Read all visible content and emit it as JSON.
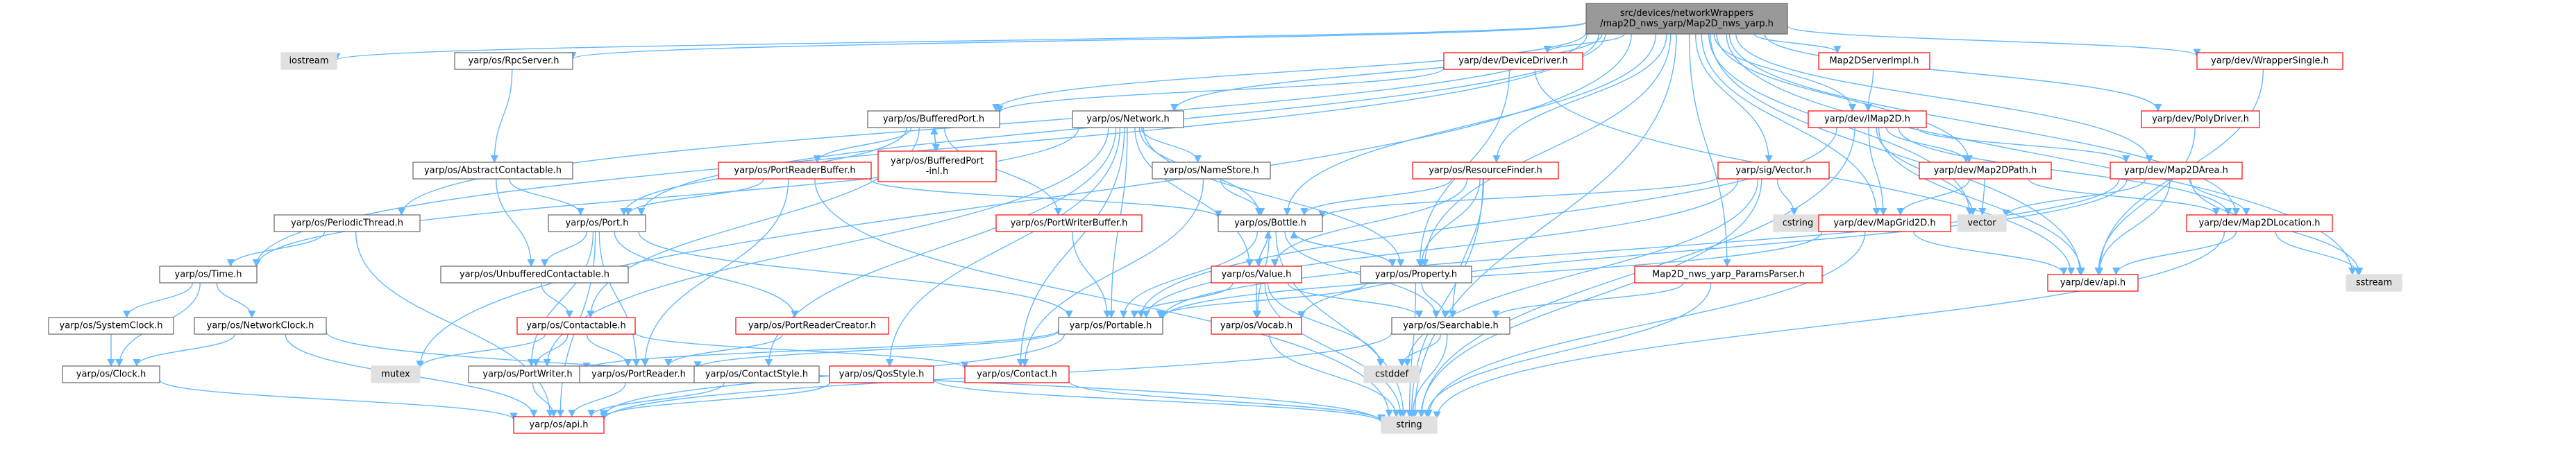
{
  "colors": {
    "edge": "#63B8FF",
    "edge_highlight": "#63B8FF",
    "node_border_default": "#666666",
    "node_border_red": "#ff0000",
    "node_fill_default": "#ffffff",
    "node_fill_grey": "#e0e0e0",
    "node_fill_root": "#999999",
    "text_default": "#000000",
    "text_red": "#000000"
  },
  "nodes": [
    {
      "id": "root",
      "label": "src/devices/networkWrappers\n/map2D_nws_yarp/Map2D_nws_yarp.h",
      "style": "root"
    },
    {
      "id": "iostream",
      "label": "iostream",
      "style": "grey"
    },
    {
      "id": "rpcserver",
      "label": "yarp/os/RpcServer.h",
      "style": "default"
    },
    {
      "id": "devicedriver",
      "label": "yarp/dev/DeviceDriver.h",
      "style": "red"
    },
    {
      "id": "map2dserverimpl",
      "label": "Map2DServerImpl.h",
      "style": "red"
    },
    {
      "id": "wrappersingle",
      "label": "yarp/dev/WrapperSingle.h",
      "style": "red"
    },
    {
      "id": "polydriver",
      "label": "yarp/dev/PolyDriver.h",
      "style": "red"
    },
    {
      "id": "bufferedport",
      "label": "yarp/os/BufferedPort.h",
      "style": "default"
    },
    {
      "id": "network",
      "label": "yarp/os/Network.h",
      "style": "default"
    },
    {
      "id": "bufferedport_inl",
      "label": "yarp/os/BufferedPort\n-inl.h",
      "style": "red"
    },
    {
      "id": "abstractcontactable",
      "label": "yarp/os/AbstractContactable.h",
      "style": "default"
    },
    {
      "id": "portreaderbuffer",
      "label": "yarp/os/PortReaderBuffer.h",
      "style": "red"
    },
    {
      "id": "nameStore",
      "label": "yarp/os/NameStore.h",
      "style": "default"
    },
    {
      "id": "resourcefinder",
      "label": "yarp/os/ResourceFinder.h",
      "style": "red"
    },
    {
      "id": "imap2d",
      "label": "yarp/dev/IMap2D.h",
      "style": "red"
    },
    {
      "id": "sigvector",
      "label": "yarp/sig/Vector.h",
      "style": "red"
    },
    {
      "id": "map2dpath",
      "label": "yarp/dev/Map2DPath.h",
      "style": "red"
    },
    {
      "id": "map2darea",
      "label": "yarp/dev/Map2DArea.h",
      "style": "red"
    },
    {
      "id": "periodicthread",
      "label": "yarp/os/PeriodicThread.h",
      "style": "default"
    },
    {
      "id": "port",
      "label": "yarp/os/Port.h",
      "style": "default"
    },
    {
      "id": "portwriterbuffer",
      "label": "yarp/os/PortWriterBuffer.h",
      "style": "red"
    },
    {
      "id": "bottle",
      "label": "yarp/os/Bottle.h",
      "style": "default"
    },
    {
      "id": "cstring",
      "label": "cstring",
      "style": "grey"
    },
    {
      "id": "vector",
      "label": "vector",
      "style": "grey"
    },
    {
      "id": "mapgrid2d",
      "label": "yarp/dev/MapGrid2D.h",
      "style": "red"
    },
    {
      "id": "map2dlocation",
      "label": "yarp/dev/Map2DLocation.h",
      "style": "red"
    },
    {
      "id": "time",
      "label": "yarp/os/Time.h",
      "style": "default"
    },
    {
      "id": "unbufferedcontactable",
      "label": "yarp/os/UnbufferedContactable.h",
      "style": "default"
    },
    {
      "id": "value",
      "label": "yarp/os/Value.h",
      "style": "red"
    },
    {
      "id": "property",
      "label": "yarp/os/Property.h",
      "style": "default"
    },
    {
      "id": "paramsparser",
      "label": "Map2D_nws_yarp_ParamsParser.h",
      "style": "red"
    },
    {
      "id": "devapi",
      "label": "yarp/dev/api.h",
      "style": "red"
    },
    {
      "id": "sstream",
      "label": "sstream",
      "style": "grey"
    },
    {
      "id": "systemclock",
      "label": "yarp/os/SystemClock.h",
      "style": "default"
    },
    {
      "id": "networkclock",
      "label": "yarp/os/NetworkClock.h",
      "style": "default"
    },
    {
      "id": "contactable",
      "label": "yarp/os/Contactable.h",
      "style": "red"
    },
    {
      "id": "portreadercreator",
      "label": "yarp/os/PortReaderCreator.h",
      "style": "red"
    },
    {
      "id": "portable",
      "label": "yarp/os/Portable.h",
      "style": "default"
    },
    {
      "id": "vocab",
      "label": "yarp/os/Vocab.h",
      "style": "red"
    },
    {
      "id": "searchable",
      "label": "yarp/os/Searchable.h",
      "style": "default"
    },
    {
      "id": "clock",
      "label": "yarp/os/Clock.h",
      "style": "default"
    },
    {
      "id": "mutex",
      "label": "mutex",
      "style": "grey"
    },
    {
      "id": "portwriter",
      "label": "yarp/os/PortWriter.h",
      "style": "default"
    },
    {
      "id": "portreader",
      "label": "yarp/os/PortReader.h",
      "style": "default"
    },
    {
      "id": "contactstyle",
      "label": "yarp/os/ContactStyle.h",
      "style": "default"
    },
    {
      "id": "qosstyle",
      "label": "yarp/os/QosStyle.h",
      "style": "red"
    },
    {
      "id": "contact",
      "label": "yarp/os/Contact.h",
      "style": "red"
    },
    {
      "id": "cstddef",
      "label": "cstddef",
      "style": "grey"
    },
    {
      "id": "osapi",
      "label": "yarp/os/api.h",
      "style": "red"
    },
    {
      "id": "string",
      "label": "string",
      "style": "grey"
    }
  ],
  "edges": [
    [
      "root",
      "iostream"
    ],
    [
      "root",
      "rpcserver"
    ],
    [
      "root",
      "devicedriver"
    ],
    [
      "root",
      "map2dserverimpl"
    ],
    [
      "root",
      "wrappersingle"
    ],
    [
      "root",
      "polydriver"
    ],
    [
      "root",
      "bufferedport"
    ],
    [
      "root",
      "network"
    ],
    [
      "root",
      "resourcefinder"
    ],
    [
      "root",
      "imap2d"
    ],
    [
      "root",
      "sigvector"
    ],
    [
      "root",
      "map2dpath"
    ],
    [
      "root",
      "map2darea"
    ],
    [
      "root",
      "periodicthread"
    ],
    [
      "root",
      "port"
    ],
    [
      "root",
      "bottle"
    ],
    [
      "root",
      "vector"
    ],
    [
      "root",
      "mapgrid2d"
    ],
    [
      "root",
      "map2dlocation"
    ],
    [
      "root",
      "time"
    ],
    [
      "root",
      "property"
    ],
    [
      "root",
      "paramsparser"
    ],
    [
      "root",
      "devapi"
    ],
    [
      "root",
      "sstream"
    ],
    [
      "root",
      "mutex"
    ],
    [
      "root",
      "string"
    ],
    [
      "rpcserver",
      "abstractcontactable"
    ],
    [
      "abstractcontactable",
      "port"
    ],
    [
      "abstractcontactable",
      "unbufferedcontactable"
    ],
    [
      "devicedriver",
      "bufferedport"
    ],
    [
      "devicedriver",
      "devapi"
    ],
    [
      "devicedriver",
      "property"
    ],
    [
      "map2dserverimpl",
      "imap2d"
    ],
    [
      "wrappersingle",
      "devapi"
    ],
    [
      "polydriver",
      "devapi"
    ],
    [
      "bufferedport",
      "bufferedport_inl"
    ],
    [
      "bufferedport_inl",
      "bufferedport"
    ],
    [
      "bufferedport",
      "portreaderbuffer"
    ],
    [
      "bufferedport",
      "port"
    ],
    [
      "bufferedport",
      "contactable"
    ],
    [
      "bufferedport",
      "portwriterbuffer"
    ],
    [
      "portreaderbuffer",
      "port"
    ],
    [
      "portreaderbuffer",
      "portreader"
    ],
    [
      "portreaderbuffer",
      "bottle"
    ],
    [
      "portreaderbuffer",
      "string"
    ],
    [
      "network",
      "nameStore"
    ],
    [
      "network",
      "bottle"
    ],
    [
      "network",
      "property"
    ],
    [
      "network",
      "contact"
    ],
    [
      "network",
      "portable"
    ],
    [
      "network",
      "portwriter"
    ],
    [
      "network",
      "qosstyle"
    ],
    [
      "network",
      "contactstyle"
    ],
    [
      "network",
      "time"
    ],
    [
      "network",
      "value"
    ],
    [
      "nameStore",
      "bottle"
    ],
    [
      "nameStore",
      "contact"
    ],
    [
      "resourcefinder",
      "bottle"
    ],
    [
      "resourcefinder",
      "property"
    ],
    [
      "resourcefinder",
      "searchable"
    ],
    [
      "resourcefinder",
      "value"
    ],
    [
      "resourcefinder",
      "string"
    ],
    [
      "imap2d",
      "map2dpath"
    ],
    [
      "imap2d",
      "map2darea"
    ],
    [
      "imap2d",
      "mapgrid2d"
    ],
    [
      "imap2d",
      "map2dlocation"
    ],
    [
      "imap2d",
      "vector"
    ],
    [
      "imap2d",
      "devapi"
    ],
    [
      "imap2d",
      "string"
    ],
    [
      "imap2d",
      "portable"
    ],
    [
      "sigvector",
      "cstring"
    ],
    [
      "sigvector",
      "cstddef"
    ],
    [
      "sigvector",
      "string"
    ],
    [
      "sigvector",
      "portable"
    ],
    [
      "sigvector",
      "bottle"
    ],
    [
      "map2dpath",
      "map2dlocation"
    ],
    [
      "map2dpath",
      "vector"
    ],
    [
      "map2dpath",
      "mapgrid2d"
    ],
    [
      "map2darea",
      "map2dlocation"
    ],
    [
      "map2darea",
      "vector"
    ],
    [
      "map2darea",
      "devapi"
    ],
    [
      "map2darea",
      "sstream"
    ],
    [
      "map2darea",
      "portable"
    ],
    [
      "map2darea",
      "vocab"
    ],
    [
      "periodicthread",
      "time"
    ],
    [
      "periodicthread",
      "osapi"
    ],
    [
      "port",
      "unbufferedcontactable"
    ],
    [
      "port",
      "portreadercreator"
    ],
    [
      "port",
      "portwriter"
    ],
    [
      "port",
      "portreader"
    ],
    [
      "port",
      "osapi"
    ],
    [
      "port",
      "portable"
    ],
    [
      "portwriterbuffer",
      "portable"
    ],
    [
      "bottle",
      "value"
    ],
    [
      "bottle",
      "portable"
    ],
    [
      "bottle",
      "searchable"
    ],
    [
      "bottle",
      "property"
    ],
    [
      "bottle",
      "string"
    ],
    [
      "bottle",
      "vocab"
    ],
    [
      "mapgrid2d",
      "devapi"
    ],
    [
      "mapgrid2d",
      "string"
    ],
    [
      "mapgrid2d",
      "portable"
    ],
    [
      "map2dlocation",
      "devapi"
    ],
    [
      "map2dlocation",
      "sstream"
    ],
    [
      "map2dlocation",
      "string"
    ],
    [
      "time",
      "systemclock"
    ],
    [
      "time",
      "networkclock"
    ],
    [
      "time",
      "clock"
    ],
    [
      "unbufferedcontactable",
      "contactable"
    ],
    [
      "value",
      "bottle"
    ],
    [
      "value",
      "portable"
    ],
    [
      "value",
      "searchable"
    ],
    [
      "value",
      "vocab"
    ],
    [
      "value",
      "cstddef"
    ],
    [
      "value",
      "string"
    ],
    [
      "property",
      "searchable"
    ],
    [
      "property",
      "portable"
    ],
    [
      "property",
      "string"
    ],
    [
      "property",
      "bottle"
    ],
    [
      "paramsparser",
      "searchable"
    ],
    [
      "paramsparser",
      "string"
    ],
    [
      "systemclock",
      "clock"
    ],
    [
      "networkclock",
      "clock"
    ],
    [
      "networkclock",
      "osapi"
    ],
    [
      "networkclock",
      "string"
    ],
    [
      "contactable",
      "mutex"
    ],
    [
      "contactable",
      "portwriter"
    ],
    [
      "contactable",
      "portreader"
    ],
    [
      "contactable",
      "contact"
    ],
    [
      "portreadercreator",
      "portreader"
    ],
    [
      "portable",
      "portwriter"
    ],
    [
      "portable",
      "portreader"
    ],
    [
      "portable",
      "osapi"
    ],
    [
      "vocab",
      "string"
    ],
    [
      "searchable",
      "osapi"
    ],
    [
      "searchable",
      "string"
    ],
    [
      "searchable",
      "cstddef"
    ],
    [
      "clock",
      "osapi"
    ],
    [
      "portwriter",
      "osapi"
    ],
    [
      "portreader",
      "osapi"
    ],
    [
      "contactstyle",
      "osapi"
    ],
    [
      "qosstyle",
      "osapi"
    ],
    [
      "qosstyle",
      "string"
    ],
    [
      "contact",
      "string"
    ]
  ]
}
